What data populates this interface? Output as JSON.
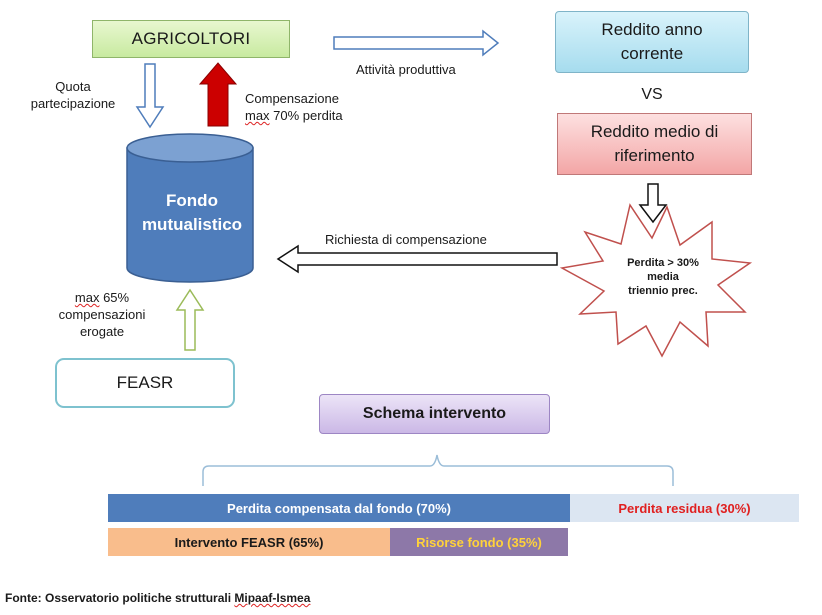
{
  "nodes": {
    "agricoltori": "AGRICOLTORI",
    "reddito_corrente": [
      "Reddito anno",
      "corrente"
    ],
    "vs": "VS",
    "reddito_medio": [
      "Reddito medio di",
      "riferimento"
    ],
    "fondo": [
      "Fondo",
      "mutualistico"
    ],
    "feasr": "FEASR",
    "perdita": [
      "Perdita > 30%",
      "media",
      "triennio prec."
    ],
    "schema": "Schema intervento"
  },
  "labels": {
    "quota": [
      "Quota",
      "partecipazione"
    ],
    "attivita": "Attività produttiva",
    "compensazione": [
      "Compensazione",
      "max",
      " 70% perdita"
    ],
    "richiesta": "Richiesta di compensazione",
    "max65": [
      "max",
      " 65%",
      "compensazioni",
      "erogate"
    ]
  },
  "bars": {
    "fondo": "Perdita compensata dal fondo (70%)",
    "residua": "Perdita residua (30%)",
    "feasr": "Intervento FEASR (65%)",
    "risorse": "Risorse fondo (35%)"
  },
  "fonte": [
    "Fonte: Osservatorio politiche strutturali ",
    "Mipaaf-Ismea"
  ],
  "colors": {
    "fund": "#4f7dbb",
    "red_arrow": "#cc0000",
    "blue_arrow": "#4f7dbb",
    "green_arrow": "#9bbb59",
    "residual_text": "#e02020",
    "risorse_text": "#ffd23a"
  }
}
